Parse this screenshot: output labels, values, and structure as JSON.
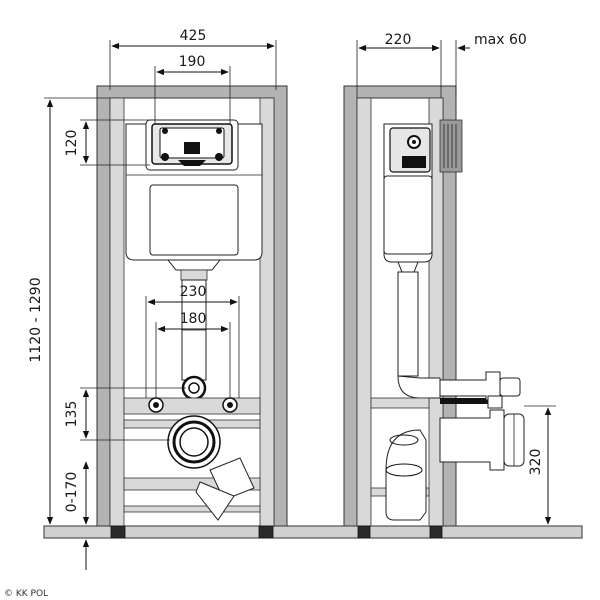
{
  "front_view": {
    "width_total": "425",
    "width_button": "190",
    "height_button": "120",
    "height_range": "1120 - 1290",
    "spacing_rods_outer": "230",
    "spacing_rods_inner": "180",
    "height_rods": "135",
    "height_floor": "0-170"
  },
  "side_view": {
    "depth": "220",
    "max_wall": "max 60",
    "outlet_height": "320"
  },
  "credit": "© KK POL"
}
